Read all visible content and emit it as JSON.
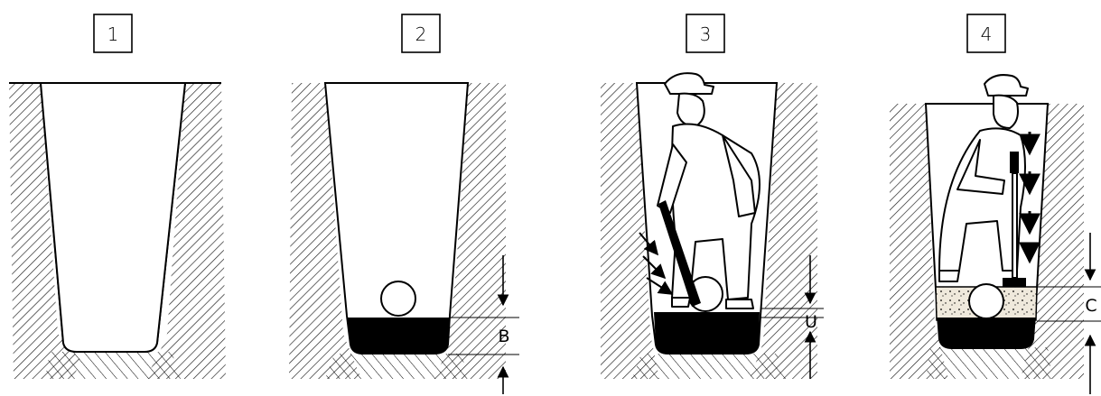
{
  "panels": [
    {
      "number": "1"
    },
    {
      "number": "2",
      "dimension_label": "B"
    },
    {
      "number": "3",
      "dimension_label": "U"
    },
    {
      "number": "4",
      "dimension_label": "C"
    }
  ]
}
